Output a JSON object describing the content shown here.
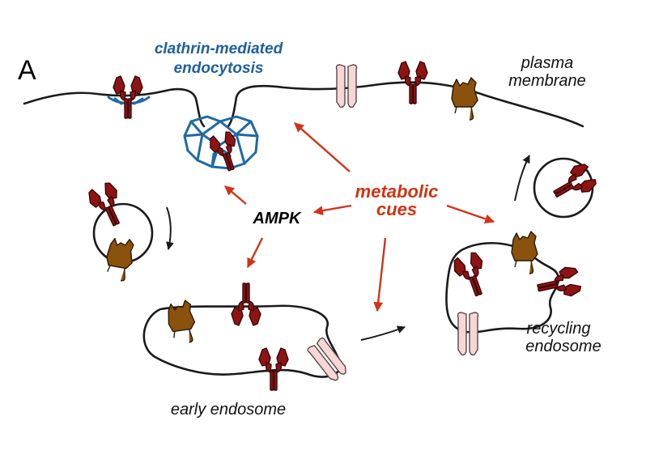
{
  "panel_label": "A",
  "labels": {
    "clathrin_line1": "clathrin-mediated",
    "clathrin_line2": "endocytosis",
    "plasma_line1": "plasma",
    "plasma_line2": "membrane",
    "metabolic_line1": "metabolic",
    "metabolic_line2": "cues",
    "ampk": "AMPK",
    "recycling_line1": "recycling",
    "recycling_line2": "endosome",
    "early_endosome": "early endosome"
  },
  "colors": {
    "clathrin_blue": "#1f6aa5",
    "label_blue": "#1f5f9e",
    "signal_red": "#d0341a",
    "receptor_dark_red": "#8e1414",
    "receptor_pink": "#f6d6d6",
    "receptor_brown": "#8a520c",
    "membrane_black": "#1a1a1a"
  }
}
